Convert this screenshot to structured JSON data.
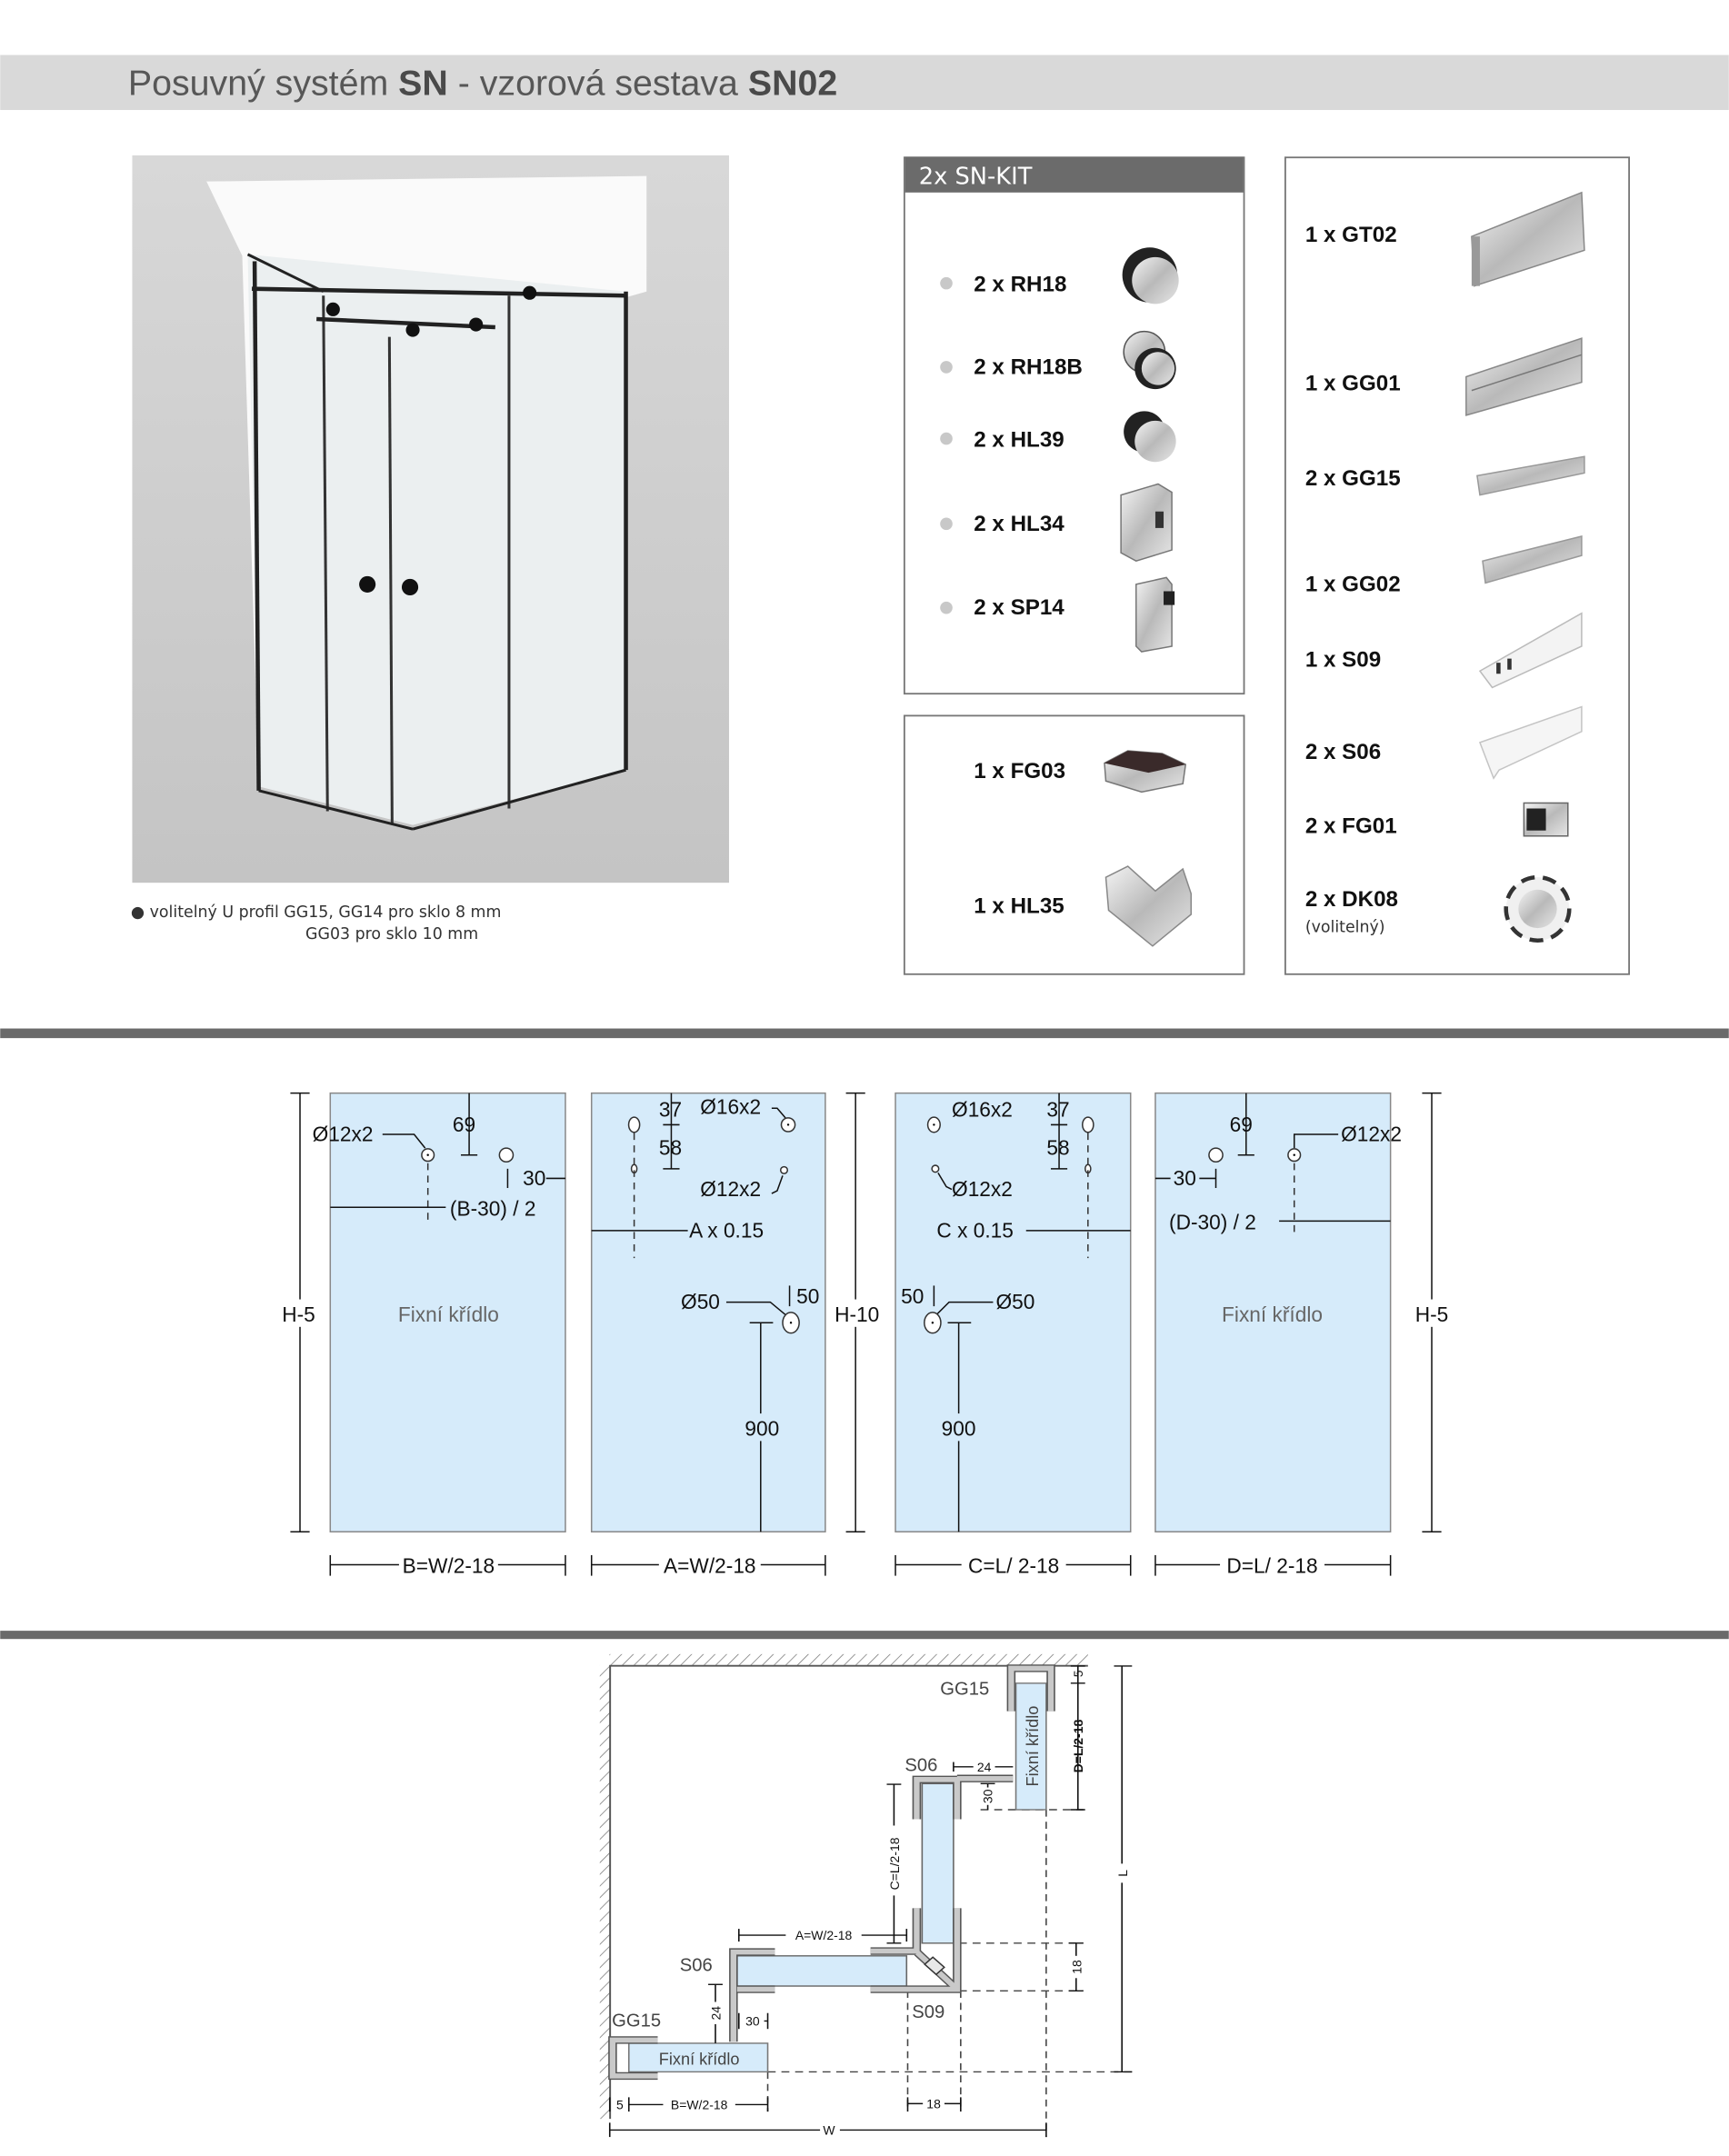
{
  "header": {
    "title_prefix": "Posuvný systém ",
    "title_bold1": "SN",
    "title_mid": " - vzorová sestava ",
    "title_bold2": "SN02"
  },
  "photo_note": {
    "line1": "volitelný U profil GG15, GG14 pro sklo 8 mm",
    "line2": "GG03 pro sklo 10 mm"
  },
  "kit": {
    "title": "2x SN-KIT",
    "items": [
      {
        "label": "2 x RH18",
        "icon": "roller-knob-icon"
      },
      {
        "label": "2 x RH18B",
        "icon": "roller-knob-icon"
      },
      {
        "label": "2 x HL39",
        "icon": "handle-knob-icon"
      },
      {
        "label": "2 x HL34",
        "icon": "hinge-block-icon"
      },
      {
        "label": "2 x SP14",
        "icon": "stopper-icon"
      }
    ]
  },
  "extras": [
    {
      "label": "1 x FG03",
      "icon": "corner-clamp-icon"
    },
    {
      "label": "1 x HL35",
      "icon": "corner-connector-icon"
    }
  ],
  "profiles": [
    {
      "label": "1 x GT02",
      "icon": "rail-profile-icon"
    },
    {
      "label": "1 x GG01",
      "icon": "double-channel-icon"
    },
    {
      "label": "2 x GG15",
      "icon": "u-profile-icon"
    },
    {
      "label": "1 x GG02",
      "icon": "u-profile-icon"
    },
    {
      "label": "1 x S09",
      "icon": "seal-icon"
    },
    {
      "label": "2 x S06",
      "icon": "seal-icon"
    },
    {
      "label": "2 x FG01",
      "icon": "glass-clamp-icon"
    },
    {
      "label": "2 x DK08",
      "note": "(volitelný)",
      "icon": "knob-icon"
    }
  ],
  "elevation": {
    "fixed_label": "Fixní křídlo",
    "h5": "H-5",
    "h10": "H-10",
    "d12": "Ø12x2",
    "d16": "Ø16x2",
    "d50": "Ø50",
    "v69": "69",
    "v30": "30",
    "v37": "37",
    "v58": "58",
    "v50": "50",
    "v900": "900",
    "b_half": "(B-30) / 2",
    "d_half": "(D-30) / 2",
    "a_frac": "A x 0.15",
    "c_frac": "C x 0.15",
    "dim_b": "B=W/2-18",
    "dim_a": "A=W/2-18",
    "dim_c": "C=L/ 2-18",
    "dim_d": "D=L/ 2-18"
  },
  "plan": {
    "gg15": "GG15",
    "s06": "S06",
    "s09": "S09",
    "fixed_label": "Fixní křídlo",
    "d_dim": "D=L/2-18",
    "c_dim": "C=L/2-18",
    "a_dim": "A=W/2-18",
    "b_dim": "B=W/2-18",
    "v5": "5",
    "v24": "24",
    "v30": "30",
    "v18": "18",
    "w": "W",
    "l": "L"
  }
}
